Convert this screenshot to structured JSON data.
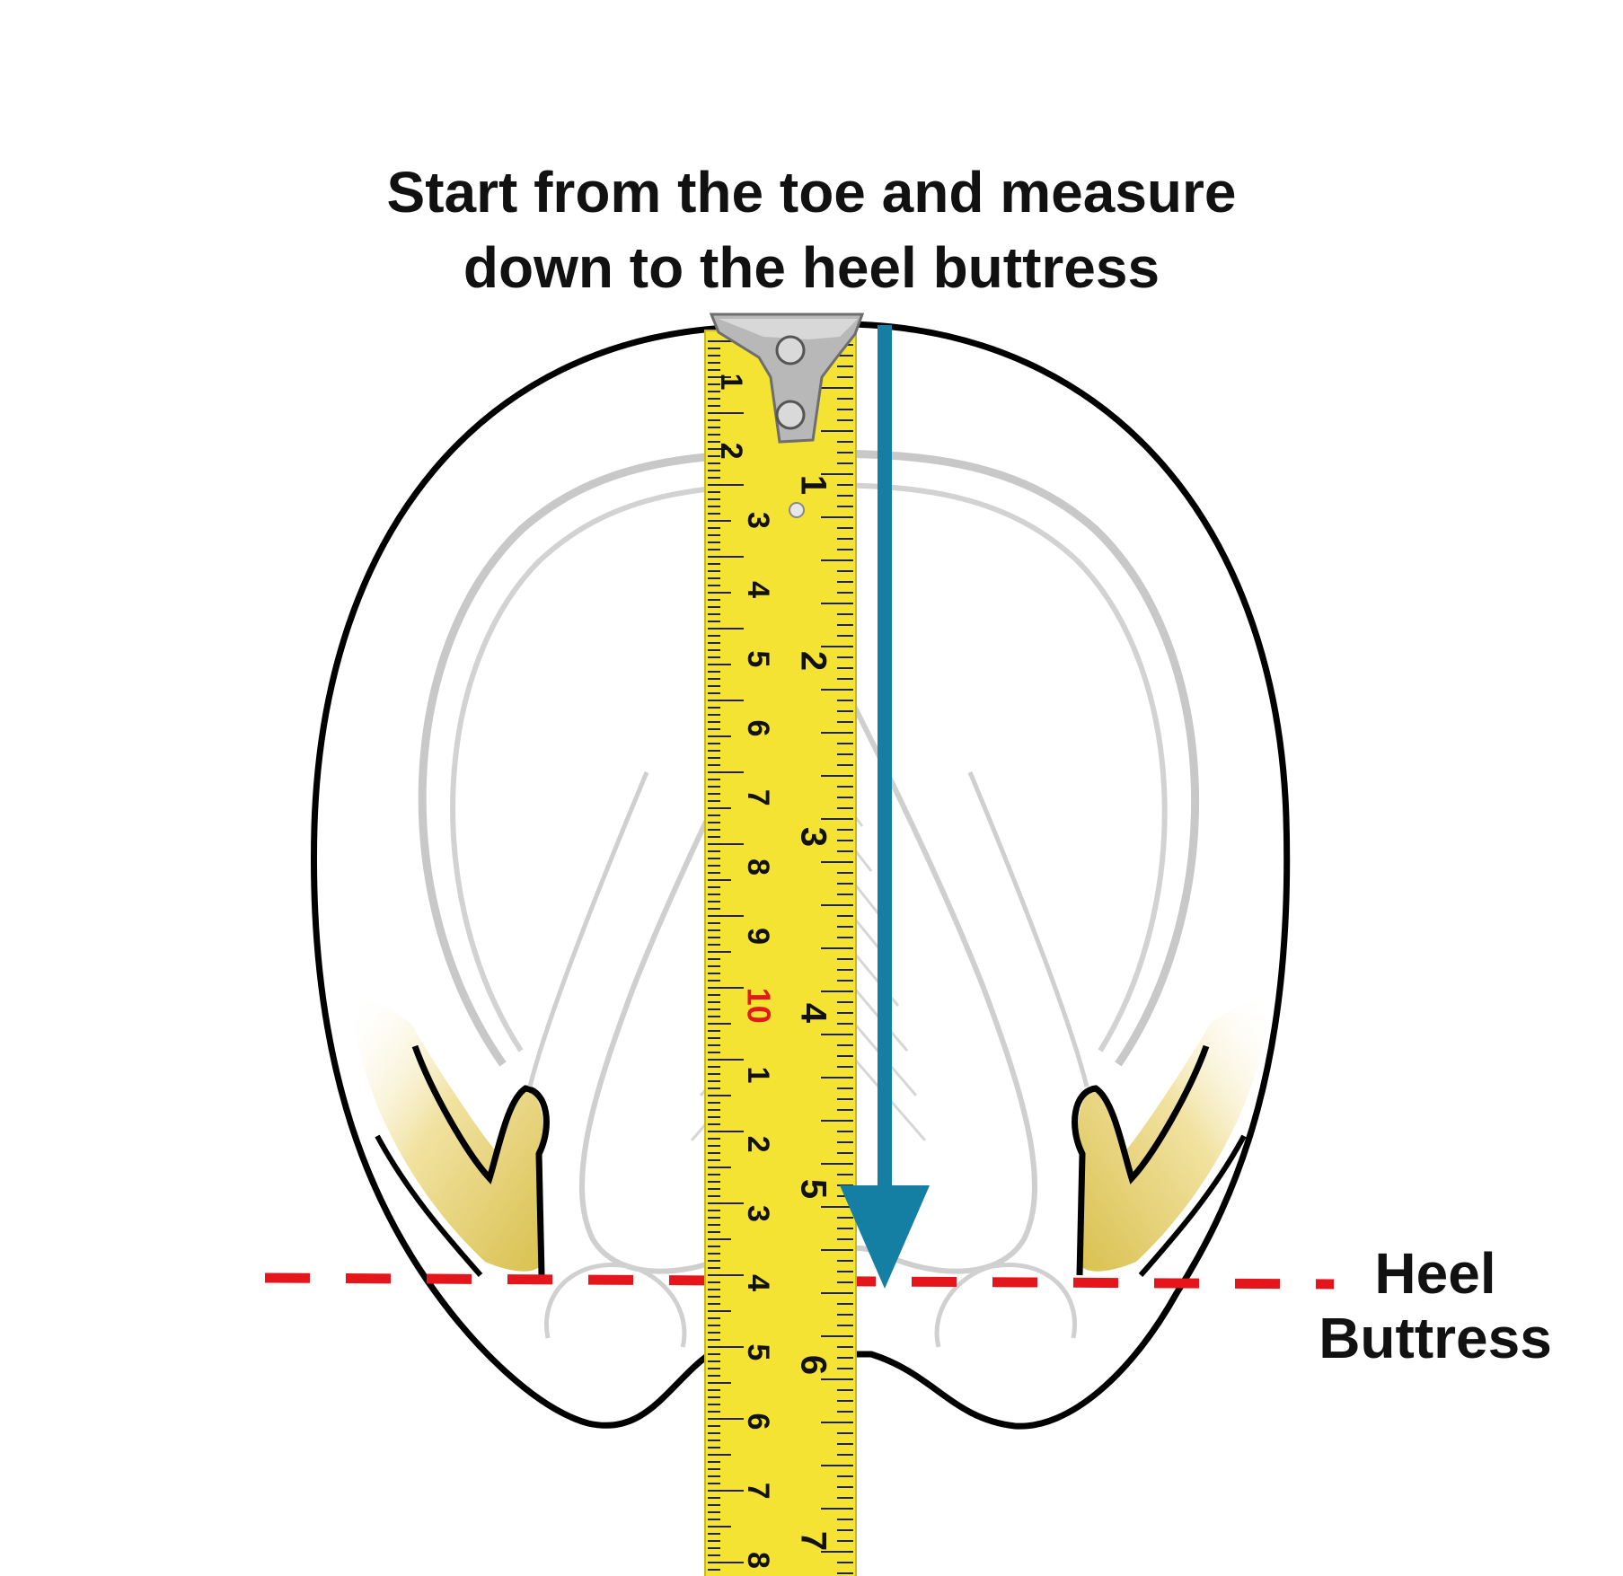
{
  "title": {
    "line1": "Start from the toe and measure",
    "line2": "down to the heel buttress"
  },
  "heel_label": {
    "line1": "Heel",
    "line2": "Buttress"
  },
  "tape": {
    "left_scale": [
      "1",
      "2",
      "3",
      "4",
      "5",
      "6",
      "7",
      "8",
      "9",
      "10",
      "1",
      "2",
      "3",
      "4",
      "5",
      "6",
      "7",
      "8"
    ],
    "right_scale": [
      "1",
      "2",
      "3",
      "4",
      "5",
      "6",
      "7"
    ]
  },
  "colors": {
    "tape_yellow": "#f4e332",
    "arrow_blue": "#157fa3",
    "dashed_red": "#e5161b",
    "hoof_outline": "#000000",
    "hoof_inner": "#c4c4c4",
    "heel_gold": "#e4ce6f"
  }
}
